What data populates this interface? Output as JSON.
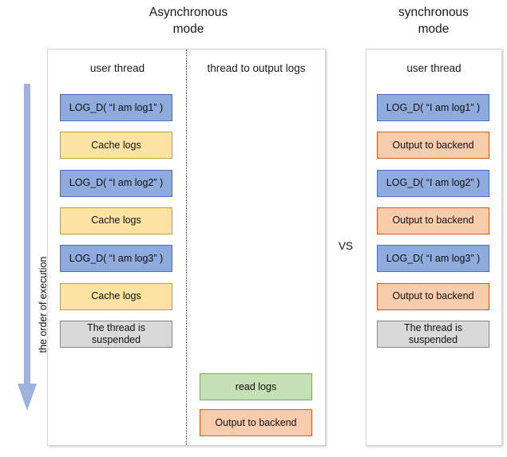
{
  "titles": {
    "async": "Asynchronous\nmode",
    "sync": "synchronous\nmode"
  },
  "comparison_label": "VS",
  "axis": {
    "label": "the order of execution",
    "icon": "down-arrow-icon",
    "color": "#9DB2DD",
    "direction": "down"
  },
  "async_panel": {
    "columns": [
      {
        "header": "user thread",
        "steps": [
          {
            "label": "LOG_D( “I am log1” )",
            "kind": "log",
            "fill": "#8FAADC",
            "border": "#4671C1"
          },
          {
            "label": "Cache logs",
            "kind": "cache",
            "fill": "#FCE3A4",
            "border": "#C9A227"
          },
          {
            "label": "LOG_D( “I am log2” )",
            "kind": "log",
            "fill": "#8FAADC",
            "border": "#4671C1"
          },
          {
            "label": "Cache logs",
            "kind": "cache",
            "fill": "#FCE3A4",
            "border": "#C9A227"
          },
          {
            "label": "LOG_D( “I am log3” )",
            "kind": "log",
            "fill": "#8FAADC",
            "border": "#4671C1"
          },
          {
            "label": "Cache logs",
            "kind": "cache",
            "fill": "#FCE3A4",
            "border": "#C9A227"
          },
          {
            "label": "The thread is\nsuspended",
            "kind": "susp",
            "fill": "#D9D9D9",
            "border": "#868686"
          }
        ]
      },
      {
        "header": "thread to output logs",
        "steps": [
          {
            "label": "read logs",
            "kind": "read",
            "fill": "#C5E0B4",
            "border": "#7FA569"
          },
          {
            "label": "Output to backend",
            "kind": "out",
            "fill": "#F8CBAD",
            "border": "#D2601F"
          }
        ]
      }
    ]
  },
  "sync_panel": {
    "columns": [
      {
        "header": "user thread",
        "steps": [
          {
            "label": "LOG_D( “I am log1” )",
            "kind": "log",
            "fill": "#8FAADC",
            "border": "#4671C1"
          },
          {
            "label": "Output to backend",
            "kind": "out",
            "fill": "#F8CBAD",
            "border": "#D2601F"
          },
          {
            "label": "LOG_D( “I am log2” )",
            "kind": "log",
            "fill": "#8FAADC",
            "border": "#4671C1"
          },
          {
            "label": "Output to backend",
            "kind": "out",
            "fill": "#F8CBAD",
            "border": "#D2601F"
          },
          {
            "label": "LOG_D( “I am log3” )",
            "kind": "log",
            "fill": "#8FAADC",
            "border": "#4671C1"
          },
          {
            "label": "Output to backend",
            "kind": "out",
            "fill": "#F8CBAD",
            "border": "#D2601F"
          },
          {
            "label": "The thread is\nsuspended",
            "kind": "susp",
            "fill": "#D9D9D9",
            "border": "#868686"
          }
        ]
      }
    ]
  }
}
